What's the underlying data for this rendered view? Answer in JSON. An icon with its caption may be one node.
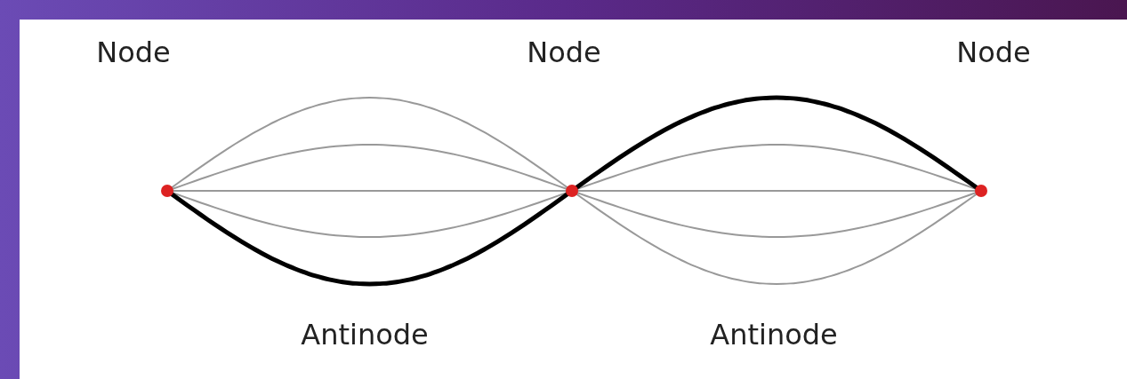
{
  "diagram": {
    "labels": [
      "Node",
      "Node",
      "Node",
      "Antinode",
      "Antinode"
    ]
  }
}
